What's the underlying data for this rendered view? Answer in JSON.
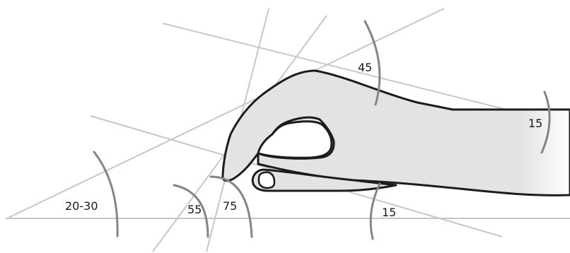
{
  "diagram": {
    "angle_labels": {
      "base": "20-30",
      "finger_low": "55",
      "finger_high": "75",
      "wrist_top": "45",
      "wrist_right": "15",
      "forearm_bottom": "15"
    },
    "colors": {
      "guide_lines": "#c7c7c7",
      "angle_arcs": "#858585",
      "hand_fill": "#e3e3e3",
      "hand_outline": "#1c1c1c",
      "labels": "#1a1a1a"
    }
  }
}
